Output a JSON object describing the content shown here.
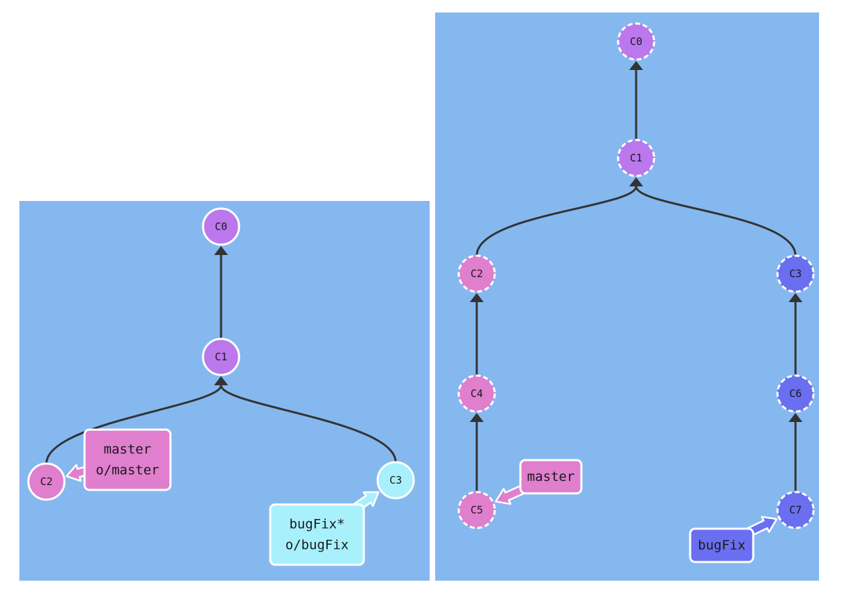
{
  "colors": {
    "panel_bg": "#86b8f0",
    "edge": "#333333",
    "commit_stroke": "#ffffff",
    "purple": "#bb78ec",
    "pink": "#e07fcd",
    "cyan": "#a8f0fb",
    "blue": "#6a6ef0"
  },
  "left_panel": {
    "commits": [
      {
        "id": "C0",
        "color": "purple",
        "dashed": false
      },
      {
        "id": "C1",
        "color": "purple",
        "dashed": false
      },
      {
        "id": "C2",
        "color": "pink",
        "dashed": false
      },
      {
        "id": "C3",
        "color": "cyan",
        "dashed": false
      }
    ],
    "edges": [
      {
        "from": "C1",
        "to": "C0"
      },
      {
        "from": "C2",
        "to": "C1"
      },
      {
        "from": "C3",
        "to": "C1"
      }
    ],
    "branches": [
      {
        "lines": [
          "master",
          "o/master"
        ],
        "target": "C2",
        "color": "pink"
      },
      {
        "lines": [
          "bugFix*",
          "o/bugFix"
        ],
        "target": "C3",
        "color": "cyan"
      }
    ]
  },
  "right_panel": {
    "commits": [
      {
        "id": "C0",
        "color": "purple",
        "dashed": true
      },
      {
        "id": "C1",
        "color": "purple",
        "dashed": true
      },
      {
        "id": "C2",
        "color": "pink",
        "dashed": true
      },
      {
        "id": "C3",
        "color": "blue",
        "dashed": true
      },
      {
        "id": "C4",
        "color": "pink",
        "dashed": true
      },
      {
        "id": "C6",
        "color": "blue",
        "dashed": true
      },
      {
        "id": "C5",
        "color": "pink",
        "dashed": true
      },
      {
        "id": "C7",
        "color": "blue",
        "dashed": true
      }
    ],
    "edges": [
      {
        "from": "C1",
        "to": "C0"
      },
      {
        "from": "C2",
        "to": "C1"
      },
      {
        "from": "C3",
        "to": "C1"
      },
      {
        "from": "C4",
        "to": "C2"
      },
      {
        "from": "C6",
        "to": "C3"
      },
      {
        "from": "C5",
        "to": "C4"
      },
      {
        "from": "C7",
        "to": "C6"
      }
    ],
    "branches": [
      {
        "lines": [
          "master"
        ],
        "target": "C5",
        "color": "pink"
      },
      {
        "lines": [
          "bugFix"
        ],
        "target": "C7",
        "color": "blue"
      }
    ]
  }
}
